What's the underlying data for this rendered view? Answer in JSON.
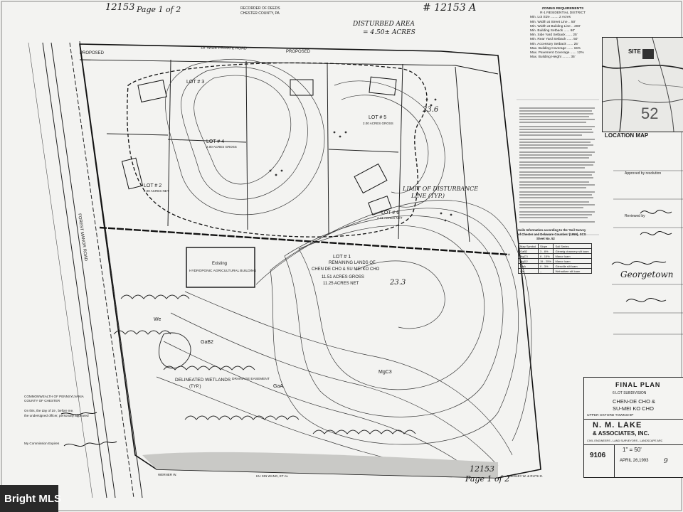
{
  "header": {
    "file_number": "12153",
    "handwritten_page": "Page 1 of 2",
    "file_number_right": "# 12153 A",
    "recorder_line1": "RECORDER OF DEEDS",
    "recorder_line2": "CHESTER COUNTY, PA"
  },
  "plan": {
    "proposed_left": "PROPOSED",
    "private_road": "16' WIDE PRIVATE ROAD",
    "proposed_right": "PROPOSED",
    "disturbed_area_line1": "DISTURBED AREA",
    "disturbed_area_line2": "= 4.50± ACRES",
    "lot3_label": "LOT # 3",
    "lot4_label": "LOT # 4",
    "lot4_area": "2.00 ACRES GROSS",
    "lot5_label": "LOT # 5",
    "lot5_area": "2.00 ACRES GROSS",
    "lot6_label": "LOT # 6",
    "lot6_area": "2.41 ACRES NET",
    "lot2_label": "LOT # 2",
    "lot2_area": "2.00 ACRES NET",
    "limit_of_disturbance_line1": "LIMIT OF DISTURBANCE",
    "limit_of_disturbance_line2": "LINE (TYP.)",
    "remaining_lot": "LOT # 1",
    "remaining_lands_line1": "REMAINING LANDS OF",
    "remaining_lands_line2": "CHEN DE CHO &  SU MEI KO CHO",
    "remaining_gross": "11.51  ACRES GROSS",
    "remaining_net": "11.25  ACRES NET",
    "existing_building_line1": "Existing",
    "existing_building_line2": "HYDROPONIC AGRICULTURAL BUILDING",
    "road_name": "FOREST MANOR ROAD",
    "delineated_wetlands": "DELINEATED WETLANDS",
    "delineated_wetlands_typ": "(TYP.)",
    "drainage_easement": "DRAINAGE EASEMENT",
    "soil_gaa": "GaA",
    "soil_mgc3": "MgC3",
    "soil_gab2": "GaB2",
    "soil_we": "We",
    "handwritten_23_6": "23.6",
    "handwritten_23_3": "23.3",
    "handwritten_bottom_file": "12153",
    "handwritten_bottom_page": "Page 1 of 2",
    "adjoiner_bottom": "HU SIN WANG, ET AL",
    "adjoiner_right": "SMEDLEY W. & RUTH E.",
    "adjoiner_left": "WERNER W.",
    "approved_text": "Approved by resolution",
    "reviewed_text": "Reviewed by",
    "signature_text": "Georgetown"
  },
  "zoning": {
    "title_line1": "ZONING REQUIREMENTS",
    "title_line2": "R-1 RESIDENTIAL DISTRICT",
    "rows": [
      "Min. Lot Size  ........ 2 Acres",
      "Min. Width at Street Line .. 50'",
      "Min. Width at Building Line .. 200'",
      "Min. Building Setback ...... 60'",
      "Min. Side Yard Setback ...... 25'",
      "Min. Rear Yard Setback ...... 50'",
      "Min. Accessory Setback ...... 25'",
      "Max. Building Coverage ...... 15%",
      "Max. Pavement Coverage ...... 12%",
      "Max. Building Height ........ 35'"
    ]
  },
  "location_map": {
    "label": "LOCATION MAP",
    "site_label": "SITE",
    "number_label": "52"
  },
  "soil": {
    "heading_line1": "Soils Information according to the 'Soil Survey",
    "heading_line2": "of Chester and Delaware Counties' (1959), SCS",
    "heading_line3": "Sheet No. 52",
    "columns": [
      "Map Symbol",
      "Slope",
      "Soil Series"
    ],
    "rows": [
      [
        "GaB2",
        "3 - 8%",
        "Glenelg channery silt loam"
      ],
      [
        "MgC3",
        "8 - 15%",
        "Manor loam"
      ],
      [
        "MgD2",
        "15 - 25%",
        "Manor loam"
      ],
      [
        "GaA",
        "0 - 3%",
        "Glenville silt loam"
      ],
      [
        "We",
        "--",
        "Wehadkee silt loam"
      ]
    ]
  },
  "title_block": {
    "final_plan": "FINAL PLAN",
    "subtitle": "6 LOT SUBDIVISION",
    "owner_line1": "CHEN-DE CHO &",
    "owner_line2": "SU-MEI KO CHO",
    "township": "UPPER OXFORD TOWNSHIP",
    "firm_line1": "N. M. LAKE",
    "firm_line2": "& ASSOCIATES, INC.",
    "firm_services": "CIVIL ENGINEERS - LAND SURVEYORS - LANDSCAPE ARC",
    "job_number": "9106",
    "scale": "1\" = 50'",
    "date": "APRIL 26,1993",
    "sheet": "9"
  },
  "notary": {
    "line1": "COMMONWEALTH OF PENNSYLVANIA",
    "line2": "COUNTY OF CHESTER",
    "line3": "On this, the   day of   19  , before me,",
    "line4": "the undersigned officer, personally appeared",
    "commission": "My Commission Expires"
  },
  "watermark": {
    "text": "Bright MLS"
  }
}
